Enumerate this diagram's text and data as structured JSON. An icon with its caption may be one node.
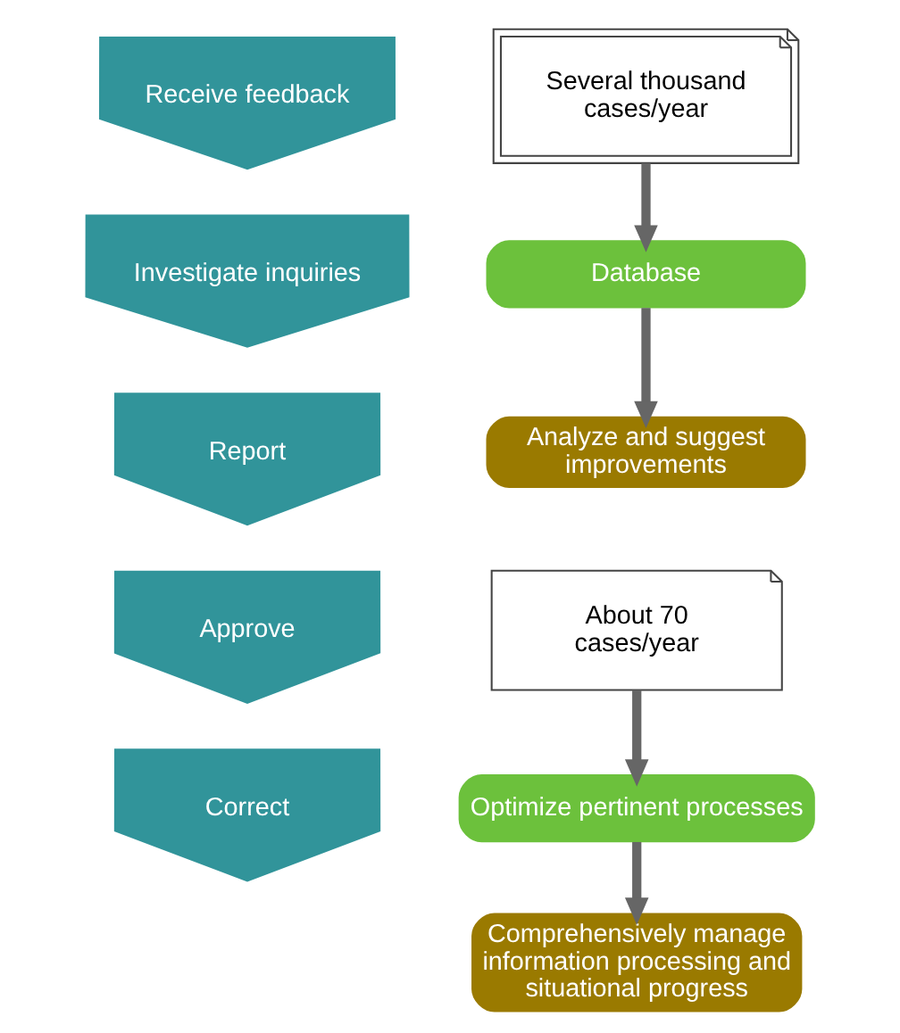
{
  "diagram": {
    "nodes": [
      {
        "text": [
          "Receive feedback"
        ]
      },
      {
        "text": [
          "Investigate inquiries"
        ]
      },
      {
        "text": [
          "Report"
        ]
      },
      {
        "text": [
          "Approve"
        ]
      },
      {
        "text": [
          "Correct"
        ]
      },
      {
        "text": [
          "Several thousand cases/year"
        ]
      },
      {
        "text": [
          "Database"
        ]
      },
      {
        "text": [
          "Analyze and suggest improvements"
        ]
      },
      {
        "text": [
          "About 70 cases/year"
        ]
      },
      {
        "text": [
          "Optimize pertinent processes"
        ]
      },
      {
        "text": [
          "Comprehensively manage information processing and situational progress"
        ]
      }
    ],
    "edges": [
      {
        "from": 5,
        "to": 6,
        "arrow": "to"
      },
      {
        "from": 6,
        "to": 7,
        "arrow": "to"
      },
      {
        "from": 8,
        "to": 9,
        "arrow": "to"
      },
      {
        "from": 9,
        "to": 10,
        "arrow": "to"
      }
    ]
  }
}
